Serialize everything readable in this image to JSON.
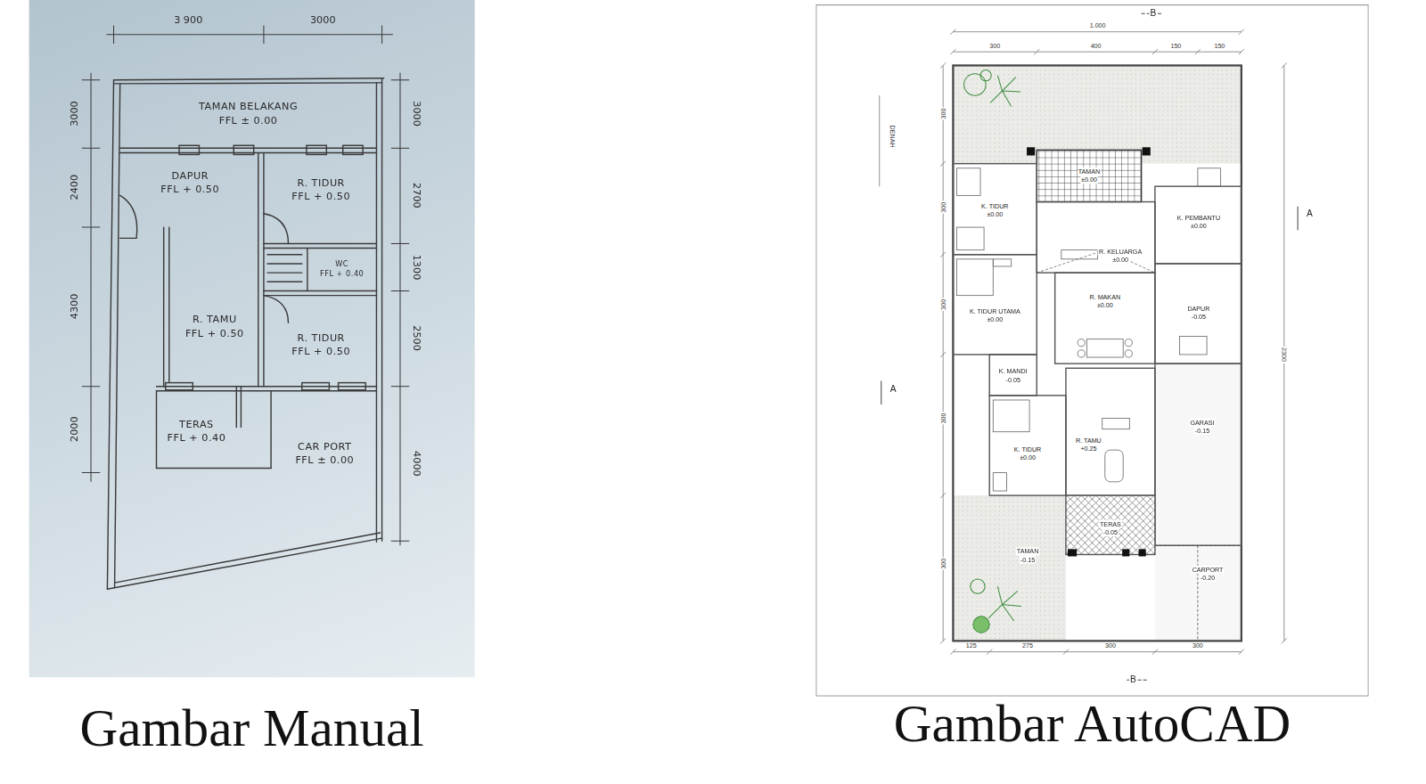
{
  "diagram": {
    "nodes": [
      {
        "text": [
          "Gambar Manual"
        ]
      },
      {
        "text": [
          "TAMAN BELAKANG",
          "FFL ± 0.00"
        ],
        "in": 0
      },
      {
        "text": [
          "DAPUR",
          "FFL + 0.50"
        ],
        "in": 0
      },
      {
        "text": [
          "R. TIDUR",
          "FFL + 0.50"
        ],
        "in": 0
      },
      {
        "text": [
          "WC",
          "FFL + 0.40"
        ],
        "in": 0
      },
      {
        "text": [
          "R. TAMU",
          "FFL + 0.50"
        ],
        "in": 0
      },
      {
        "text": [
          "R. TIDUR",
          "FFL + 0.50"
        ],
        "in": 0
      },
      {
        "text": [
          "TERAS",
          "FFL + 0.40"
        ],
        "in": 0
      },
      {
        "text": [
          "CAR PORT",
          "FFL ± 0.00"
        ],
        "in": 0
      },
      {
        "text": [
          "Gambar AutoCAD"
        ]
      },
      {
        "text": [
          "TAMAN",
          "±0.00"
        ],
        "in": 9
      },
      {
        "text": [
          "K. TIDUR",
          "±0.00"
        ],
        "in": 9
      },
      {
        "text": [
          "K. PEMBANTU",
          "±0.00"
        ],
        "in": 9
      },
      {
        "text": [
          "R. KELUARGA",
          "±0.00"
        ],
        "in": 9
      },
      {
        "text": [
          "K. TIDUR UTAMA",
          "±0.00"
        ],
        "in": 9
      },
      {
        "text": [
          "R. MAKAN",
          "±0.00"
        ],
        "in": 9
      },
      {
        "text": [
          "DAPUR",
          "-0.05"
        ],
        "in": 9
      },
      {
        "text": [
          "K. MANDI",
          "-0.05"
        ],
        "in": 9
      },
      {
        "text": [
          "K. TIDUR",
          "±0.00"
        ],
        "in": 9
      },
      {
        "text": [
          "R. TAMU",
          "+0.25"
        ],
        "in": 9
      },
      {
        "text": [
          "GARASI",
          "-0.15"
        ],
        "in": 9
      },
      {
        "text": [
          "TERAS",
          "-0.05"
        ],
        "in": 9
      },
      {
        "text": [
          "TAMAN",
          "-0.15"
        ],
        "in": 9
      },
      {
        "text": [
          "CARPORT",
          "-0.20"
        ],
        "in": 9
      }
    ],
    "labels": [
      "3 900",
      "3000",
      "3000",
      "2400",
      "4300",
      "2000",
      "3000",
      "2700",
      "1300",
      "2500",
      "4000",
      "DENAH",
      "A",
      "A",
      "B",
      "B",
      "1.000",
      "300",
      "400",
      "150",
      "150",
      "125",
      "275",
      "300",
      "300",
      "2300",
      "300",
      "300",
      "300",
      "300",
      "300"
    ]
  }
}
